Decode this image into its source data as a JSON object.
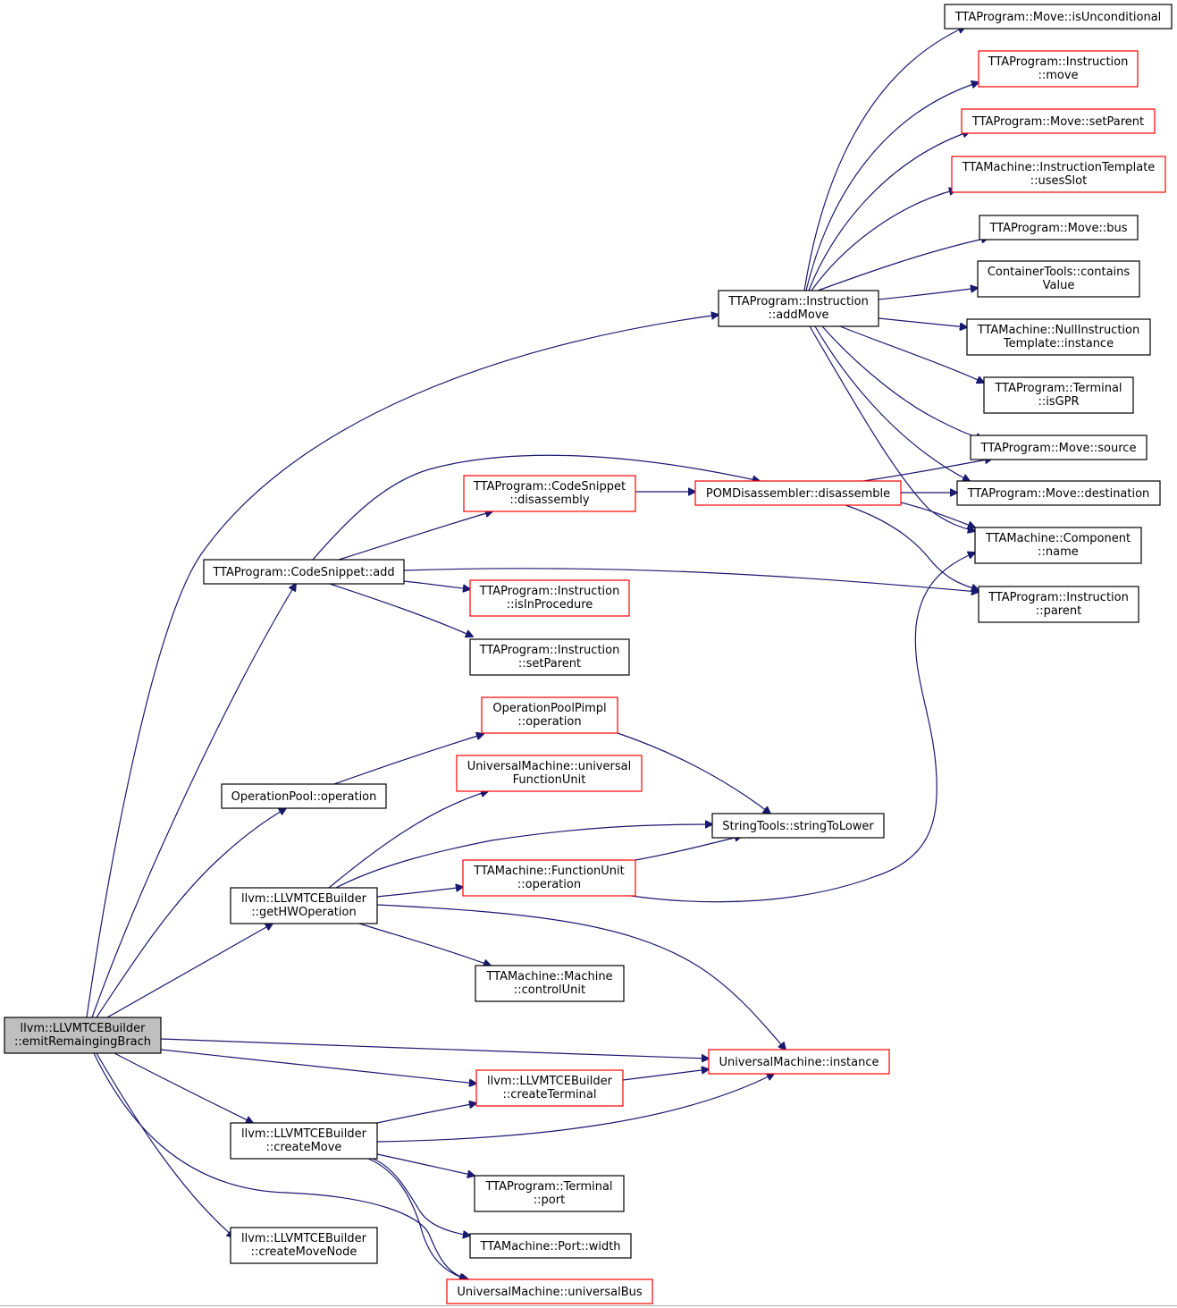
{
  "colors": {
    "edge": "#191970",
    "border_normal": "#000000",
    "border_red": "#ff0000",
    "root_fill": "#bfbfbf",
    "node_fill": "#ffffff"
  },
  "nodes": {
    "root": {
      "line1": "llvm::LLVMTCEBuilder",
      "line2": "::emitRemaingingBrach",
      "style": "root"
    },
    "addMove": {
      "line1": "TTAProgram::Instruction",
      "line2": "::addMove",
      "style": "normal"
    },
    "isUnconditional": {
      "line1": "TTAProgram::Move::isUnconditional",
      "line2": "",
      "style": "normal"
    },
    "instrMove": {
      "line1": "TTAProgram::Instruction",
      "line2": "::move",
      "style": "red"
    },
    "setParentMove": {
      "line1": "TTAProgram::Move::setParent",
      "line2": "",
      "style": "red"
    },
    "usesSlot": {
      "line1": "TTAMachine::InstructionTemplate",
      "line2": "::usesSlot",
      "style": "red"
    },
    "moveBus": {
      "line1": "TTAProgram::Move::bus",
      "line2": "",
      "style": "normal"
    },
    "containsValue": {
      "line1": "ContainerTools::contains",
      "line2": "Value",
      "style": "normal"
    },
    "nullInstance": {
      "line1": "TTAMachine::NullInstruction",
      "line2": "Template::instance",
      "style": "normal"
    },
    "isGPR": {
      "line1": "TTAProgram::Terminal",
      "line2": "::isGPR",
      "style": "normal"
    },
    "moveSource": {
      "line1": "TTAProgram::Move::source",
      "line2": "",
      "style": "normal"
    },
    "moveDest": {
      "line1": "TTAProgram::Move::destination",
      "line2": "",
      "style": "normal"
    },
    "compName": {
      "line1": "TTAMachine::Component",
      "line2": "::name",
      "style": "normal"
    },
    "instrParent": {
      "line1": "TTAProgram::Instruction",
      "line2": "::parent",
      "style": "normal"
    },
    "disassembly": {
      "line1": "TTAProgram::CodeSnippet",
      "line2": "::disassembly",
      "style": "red"
    },
    "pomDis": {
      "line1": "POMDisassembler::disassemble",
      "line2": "",
      "style": "red"
    },
    "csAdd": {
      "line1": "TTAProgram::CodeSnippet::add",
      "line2": "",
      "style": "normal"
    },
    "isInProcedure": {
      "line1": "TTAProgram::Instruction",
      "line2": "::isInProcedure",
      "style": "red"
    },
    "instrSetParent": {
      "line1": "TTAProgram::Instruction",
      "line2": "::setParent",
      "style": "normal"
    },
    "opPimpl": {
      "line1": "OperationPoolPimpl",
      "line2": "::operation",
      "style": "red"
    },
    "umFU": {
      "line1": "UniversalMachine::universal",
      "line2": "FunctionUnit",
      "style": "red"
    },
    "opPoolOp": {
      "line1": "OperationPool::operation",
      "line2": "",
      "style": "normal"
    },
    "strLower": {
      "line1": "StringTools::stringToLower",
      "line2": "",
      "style": "normal"
    },
    "fuOp": {
      "line1": "TTAMachine::FunctionUnit",
      "line2": "::operation",
      "style": "red"
    },
    "getHW": {
      "line1": "llvm::LLVMTCEBuilder",
      "line2": "::getHWOperation",
      "style": "normal"
    },
    "controlUnit": {
      "line1": "TTAMachine::Machine",
      "line2": "::controlUnit",
      "style": "normal"
    },
    "umInstance": {
      "line1": "UniversalMachine::instance",
      "line2": "",
      "style": "red"
    },
    "createTerminal": {
      "line1": "llvm::LLVMTCEBuilder",
      "line2": "::createTerminal",
      "style": "red"
    },
    "createMove": {
      "line1": "llvm::LLVMTCEBuilder",
      "line2": "::createMove",
      "style": "normal"
    },
    "termPort": {
      "line1": "TTAProgram::Terminal",
      "line2": "::port",
      "style": "normal"
    },
    "portWidth": {
      "line1": "TTAMachine::Port::width",
      "line2": "",
      "style": "normal"
    },
    "createMoveNode": {
      "line1": "llvm::LLVMTCEBuilder",
      "line2": "::createMoveNode",
      "style": "normal"
    },
    "umBus": {
      "line1": "UniversalMachine::universalBus",
      "line2": "",
      "style": "red"
    }
  },
  "edges": [
    {
      "from": "root",
      "to": "addMove"
    },
    {
      "from": "root",
      "to": "csAdd"
    },
    {
      "from": "root",
      "to": "opPoolOp"
    },
    {
      "from": "root",
      "to": "getHW"
    },
    {
      "from": "root",
      "to": "umInstance"
    },
    {
      "from": "root",
      "to": "createTerminal"
    },
    {
      "from": "root",
      "to": "createMove"
    },
    {
      "from": "root",
      "to": "createMoveNode"
    },
    {
      "from": "root",
      "to": "umBus"
    },
    {
      "from": "addMove",
      "to": "isUnconditional"
    },
    {
      "from": "addMove",
      "to": "instrMove"
    },
    {
      "from": "addMove",
      "to": "setParentMove"
    },
    {
      "from": "addMove",
      "to": "usesSlot"
    },
    {
      "from": "addMove",
      "to": "moveBus"
    },
    {
      "from": "addMove",
      "to": "containsValue"
    },
    {
      "from": "addMove",
      "to": "nullInstance"
    },
    {
      "from": "addMove",
      "to": "isGPR"
    },
    {
      "from": "addMove",
      "to": "moveSource"
    },
    {
      "from": "addMove",
      "to": "moveDest"
    },
    {
      "from": "addMove",
      "to": "compName"
    },
    {
      "from": "csAdd",
      "to": "disassembly"
    },
    {
      "from": "csAdd",
      "to": "pomDis"
    },
    {
      "from": "csAdd",
      "to": "isInProcedure"
    },
    {
      "from": "csAdd",
      "to": "instrSetParent"
    },
    {
      "from": "csAdd",
      "to": "instrParent"
    },
    {
      "from": "disassembly",
      "to": "pomDis"
    },
    {
      "from": "pomDis",
      "to": "moveSource"
    },
    {
      "from": "pomDis",
      "to": "moveDest"
    },
    {
      "from": "pomDis",
      "to": "compName"
    },
    {
      "from": "pomDis",
      "to": "instrParent"
    },
    {
      "from": "opPoolOp",
      "to": "opPimpl"
    },
    {
      "from": "opPimpl",
      "to": "strLower"
    },
    {
      "from": "getHW",
      "to": "umFU"
    },
    {
      "from": "getHW",
      "to": "strLower"
    },
    {
      "from": "getHW",
      "to": "fuOp"
    },
    {
      "from": "getHW",
      "to": "controlUnit"
    },
    {
      "from": "getHW",
      "to": "umInstance"
    },
    {
      "from": "fuOp",
      "to": "strLower"
    },
    {
      "from": "fuOp",
      "to": "compName"
    },
    {
      "from": "createTerminal",
      "to": "umInstance"
    },
    {
      "from": "createMove",
      "to": "createTerminal"
    },
    {
      "from": "createMove",
      "to": "umInstance"
    },
    {
      "from": "createMove",
      "to": "termPort"
    },
    {
      "from": "createMove",
      "to": "portWidth"
    },
    {
      "from": "createMove",
      "to": "umBus"
    }
  ]
}
